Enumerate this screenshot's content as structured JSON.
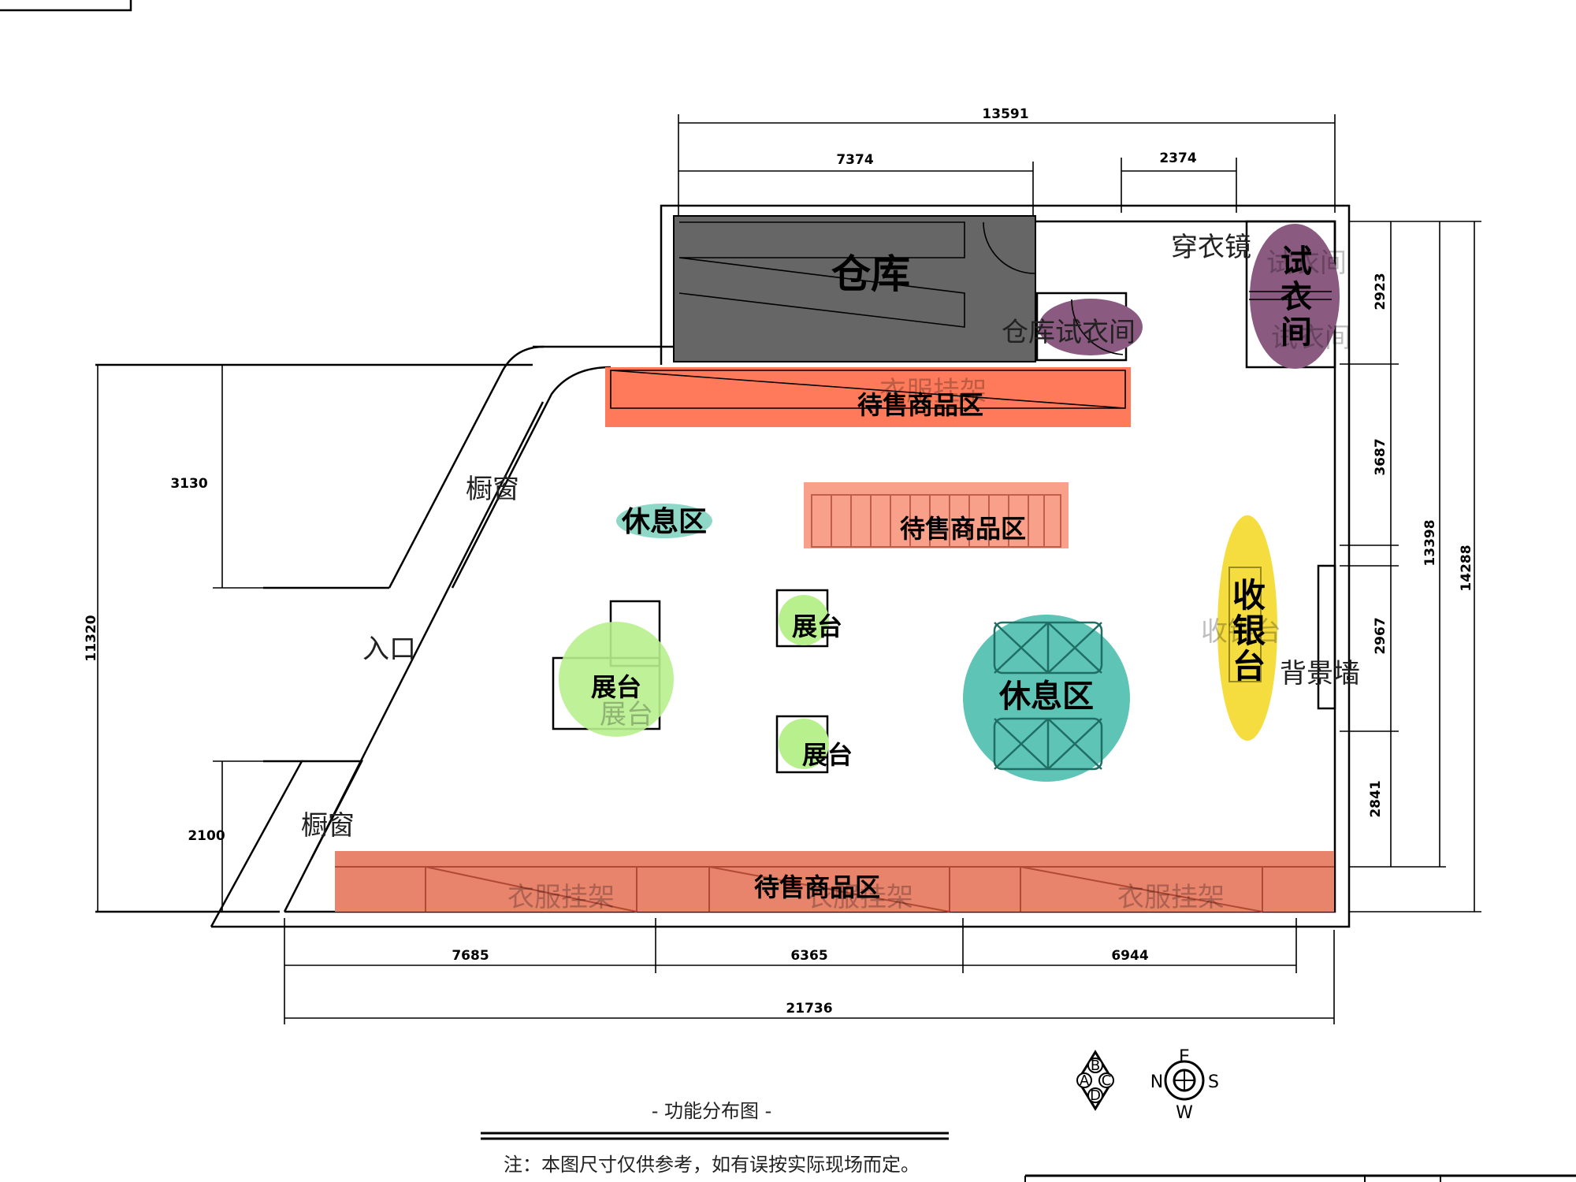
{
  "title": "- 功能分布图 -",
  "note": "注：本图尺寸仅供参考，如有误按实际现场而定。",
  "colors": {
    "warehouse": "#666666",
    "fitting": "#8a5a80",
    "sale_top": "#ff7a5a",
    "sale_mid": "#f9a08a",
    "sale_bottom": "#e8836c",
    "rest": "#5ec4b6",
    "rest_small": "#8fd8c8",
    "display": "#b8f08e",
    "cashier": "#f5dd3f"
  },
  "dimensions": {
    "top_total": "13591",
    "top_left": "7374",
    "top_right": "2374",
    "left_total": "11320",
    "left_upper": "3130",
    "left_lower": "2100",
    "bottom_1": "7685",
    "bottom_2": "6365",
    "bottom_3": "6944",
    "bottom_total": "21736",
    "right_1": "2923",
    "right_2": "3687",
    "right_3": "2967",
    "right_4": "2841",
    "right_inner_total": "13398",
    "right_outer_total": "14288"
  },
  "zones": {
    "warehouse": "仓库",
    "warehouse_fitting": "仓库试衣间",
    "fitting_room": [
      "试",
      "衣",
      "间"
    ],
    "fitting_room_plan": "试衣间",
    "mirror": "穿衣镜",
    "sale_top": "待售商品区",
    "sale_mid": "待售商品区",
    "sale_bottom": "待售商品区",
    "rack": "衣服挂架",
    "rest_small": "休息区",
    "rest_big": "休息区",
    "display": "展台",
    "cashier": [
      "收",
      "银",
      "台"
    ],
    "cashier_plan": "收银台",
    "back_wall": "背景墙",
    "window": "橱窗",
    "entrance": "入口"
  },
  "compass": {
    "symbols": [
      "B",
      "A",
      "C",
      "D"
    ],
    "north": "N",
    "south": "S",
    "east": "E",
    "west": "W"
  }
}
